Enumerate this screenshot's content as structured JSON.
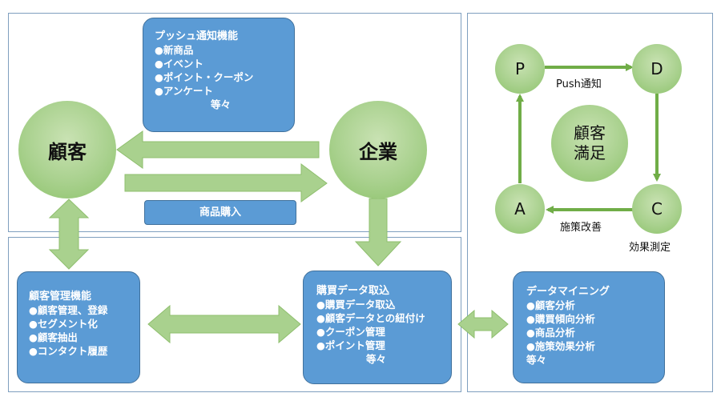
{
  "colors": {
    "box_fill": "#5b9bd5",
    "circle_fill": "#a9d18e",
    "arrow_fill": "#a9d18e",
    "arrow_stroke": "#70ad47",
    "panel_border": "#7f9fbf"
  },
  "push_box": {
    "title": "プッシュ通知機能",
    "items": [
      "●新商品",
      "●イベント",
      "●ポイント・クーポン",
      "●アンケート"
    ],
    "etc": "等々"
  },
  "customer_circle": "顧客",
  "company_circle": "企業",
  "purchase_label": "商品購入",
  "crm_box": {
    "title": "顧客管理機能",
    "items": [
      "●顧客管理、登録",
      "●セグメント化",
      "●顧客抽出",
      "●コンタクト履歴"
    ]
  },
  "purchase_data_box": {
    "title": "購買データ取込",
    "items": [
      "●購買データ取込",
      "●顧客データとの紐付け",
      "●クーポン管理",
      "●ポイント管理"
    ],
    "etc": "等々"
  },
  "mining_box": {
    "title": "データマイニング",
    "items": [
      "●顧客分析",
      "●購買傾向分析",
      "●商品分析",
      "●施策効果分析"
    ],
    "etc": "等々"
  },
  "pdca": {
    "p": "P",
    "d": "D",
    "c": "C",
    "a": "A",
    "center_line1": "顧客",
    "center_line2": "満足",
    "push_label": "Push通知",
    "improve_label": "施策改善",
    "measure_label": "効果測定"
  }
}
